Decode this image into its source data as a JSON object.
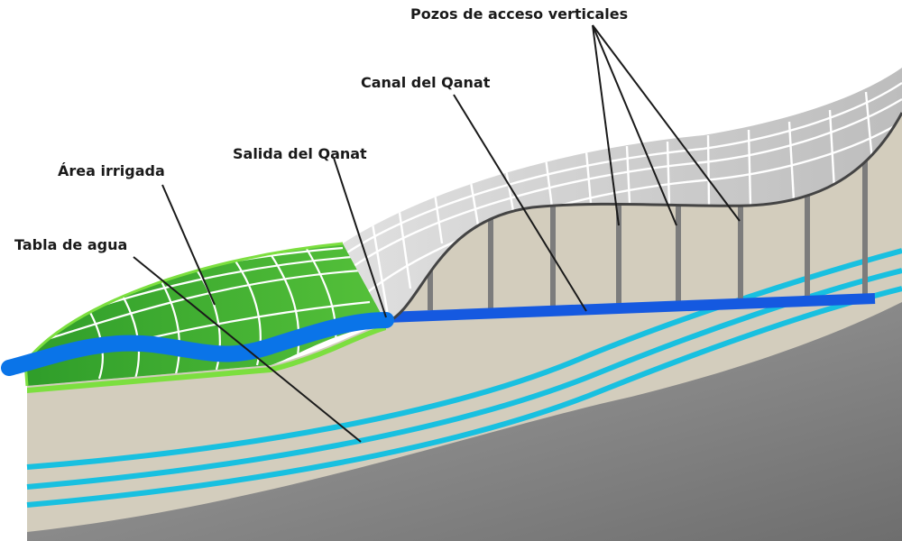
{
  "labels": {
    "shafts": "Pozos de acceso verticales",
    "canal": "Canal del Qanat",
    "outlet": "Salida del Qanat",
    "irrigated": "Área irrigada",
    "water_table": "Tabla de agua"
  },
  "colors": {
    "bedrock": "#8a8a8a",
    "soil": "#d3cdbd",
    "surface_grey": "#c8c8c8",
    "field_green": "#3fae2f",
    "field_edge": "#7cdf3f",
    "canal_blue": "#1559e0",
    "river_blue": "#0a74e8",
    "aquifer_cyan": "#18c0e0",
    "shaft_grey": "#7c7c7c",
    "leader": "#1a1a1a"
  },
  "icons": [
    "grid-surface",
    "vertical-shaft",
    "water-layer"
  ]
}
